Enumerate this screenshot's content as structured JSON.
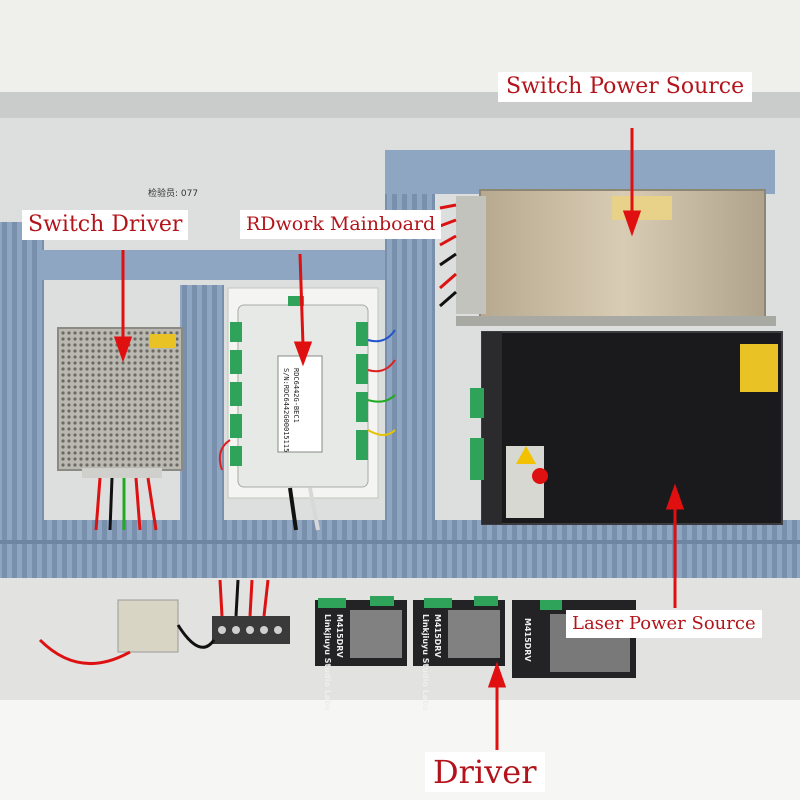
{
  "labels": {
    "switch_power_source": "Switch Power Source",
    "switch_driver": "Switch Driver",
    "rdwork_mainboard": "RDwork Mainboard",
    "laser_power_source": "Laser Power Source",
    "driver": "Driver"
  },
  "printed": {
    "inspector_tag": "检验员: 077",
    "board_model": "RDC6442G-BEC1",
    "board_sn": "S/N:RDC6442G00015115",
    "stepper_model": "M415DRV",
    "stepper_brand": "Linkjiuyu Studio Labs"
  },
  "colors": {
    "label_text": "#b3141b",
    "label_bg": "#ffffff",
    "arrow": "#e01010",
    "cabinet": "#d8dcdb",
    "rail_blue": "#8fa6c2",
    "terminal_green": "#2fa35a",
    "laser_psu": "#1a1a1c",
    "switch_psu": "#c8bba6"
  }
}
